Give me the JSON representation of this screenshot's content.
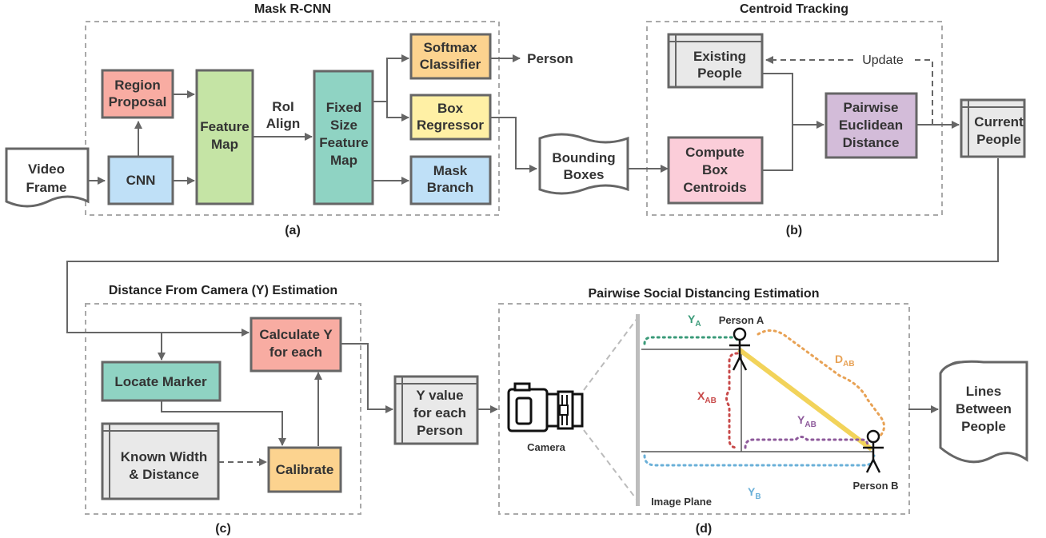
{
  "sections": {
    "a": {
      "title": "Mask R-CNN",
      "caption": "(a)"
    },
    "b": {
      "title": "Centroid Tracking",
      "caption": "(b)"
    },
    "c": {
      "title": "Distance From Camera (Y) Estimation",
      "caption": "(c)"
    },
    "d": {
      "title": "Pairwise Social Distancing Estimation",
      "caption": "(d)"
    }
  },
  "nodes": {
    "video_frame": [
      "Video",
      "Frame"
    ],
    "region_proposal": [
      "Region",
      "Proposal"
    ],
    "cnn": [
      "CNN"
    ],
    "feature_map": [
      "Feature",
      "Map"
    ],
    "roi_align": [
      "RoI",
      "Align"
    ],
    "fixed_size": [
      "Fixed",
      "Size",
      "Feature",
      "Map"
    ],
    "softmax": [
      "Softmax",
      "Classifier"
    ],
    "person_out": [
      "Person"
    ],
    "box_regressor": [
      "Box",
      "Regressor"
    ],
    "mask_branch": [
      "Mask",
      "Branch"
    ],
    "bounding_boxes": [
      "Bounding",
      "Boxes"
    ],
    "existing_people": [
      "Existing",
      "People"
    ],
    "update": [
      "Update"
    ],
    "compute_centroids": [
      "Compute",
      "Box",
      "Centroids"
    ],
    "pairwise_euclidean": [
      "Pairwise",
      "Euclidean",
      "Distance"
    ],
    "current_people": [
      "Current",
      "People"
    ],
    "calculate_y": [
      "Calculate Y",
      "for each"
    ],
    "locate_marker": [
      "Locate Marker"
    ],
    "known_width": [
      "Known Width",
      "& Distance"
    ],
    "calibrate": [
      "Calibrate"
    ],
    "y_value": [
      "Y value",
      "for each",
      "Person"
    ],
    "lines_between": [
      "Lines",
      "Between",
      "People"
    ]
  },
  "scene": {
    "camera": "Camera",
    "image_plane": "Image Plane",
    "person_a": "Person A",
    "person_b": "Person B",
    "ya": "Y",
    "ya_sub": "A",
    "yb": "Y",
    "yb_sub": "B",
    "xab": "X",
    "xab_sub": "AB",
    "yab": "Y",
    "yab_sub": "AB",
    "dab": "D",
    "dab_sub": "AB"
  },
  "colors": {
    "region": "#f8aca2",
    "cnn": "#bfe0f7",
    "feature": "#c5e4a5",
    "fixed": "#8fd3c3",
    "softmax": "#fcd38f",
    "regressor": "#fff0a5",
    "mask": "#bfe0f7",
    "doc": "#e9e9e9",
    "compute": "#fbcdd9",
    "pairwise": "#d3bcd9",
    "calc": "#f8aca2",
    "marker": "#8fd3c3",
    "calibrate": "#fcd38f",
    "ya": "#3a9a78",
    "yb": "#6ab0d8",
    "xab": "#c84a4a",
    "yab": "#8e5a9b",
    "dab": "#e8a255",
    "line_ab": "#f2d35a"
  }
}
